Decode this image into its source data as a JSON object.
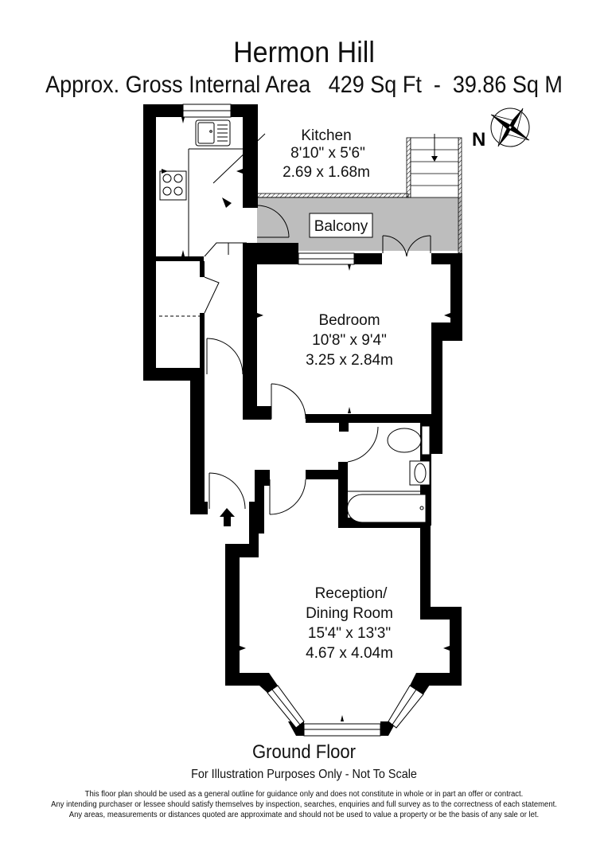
{
  "header": {
    "title": "Hermon Hill",
    "area_line": "Approx. Gross Internal Area   429 Sq Ft  -  39.86 Sq M",
    "area_label": "Approx. Gross Internal Area",
    "area_sqft": "429 Sq Ft",
    "area_sqm": "39.86 Sq M"
  },
  "compass": {
    "label": "N",
    "icon": "compass-rose-icon"
  },
  "rooms": {
    "kitchen": {
      "name": "Kitchen",
      "imperial": "8'10\" x 5'6\"",
      "metric": "2.69 x 1.68m"
    },
    "balcony": {
      "name": "Balcony"
    },
    "bedroom": {
      "name": "Bedroom",
      "imperial": "10'8\" x 9'4\"",
      "metric": "3.25 x 2.84m"
    },
    "reception": {
      "name_line1": "Reception/",
      "name_line2": "Dining Room",
      "imperial": "15'4\" x 13'3\"",
      "metric": "4.67 x 4.04m"
    }
  },
  "colors": {
    "wall": "#000000",
    "balcony_fill": "#bdbdbd",
    "background": "#ffffff"
  },
  "footer": {
    "floor_name": "Ground Floor",
    "note": "For Illustration Purposes Only - Not To Scale",
    "disclaimer": [
      "This floor plan should be used as a general outline for guidance only and does not constitute in whole or in part an offer or contract.",
      "Any intending purchaser or lessee should satisfy themselves by inspection, searches, enquiries and full survey as to the correctness of each statement.",
      "Any areas, measurements or distances quoted are approximate and should not be used to value a property or be the basis of any sale or let."
    ]
  }
}
